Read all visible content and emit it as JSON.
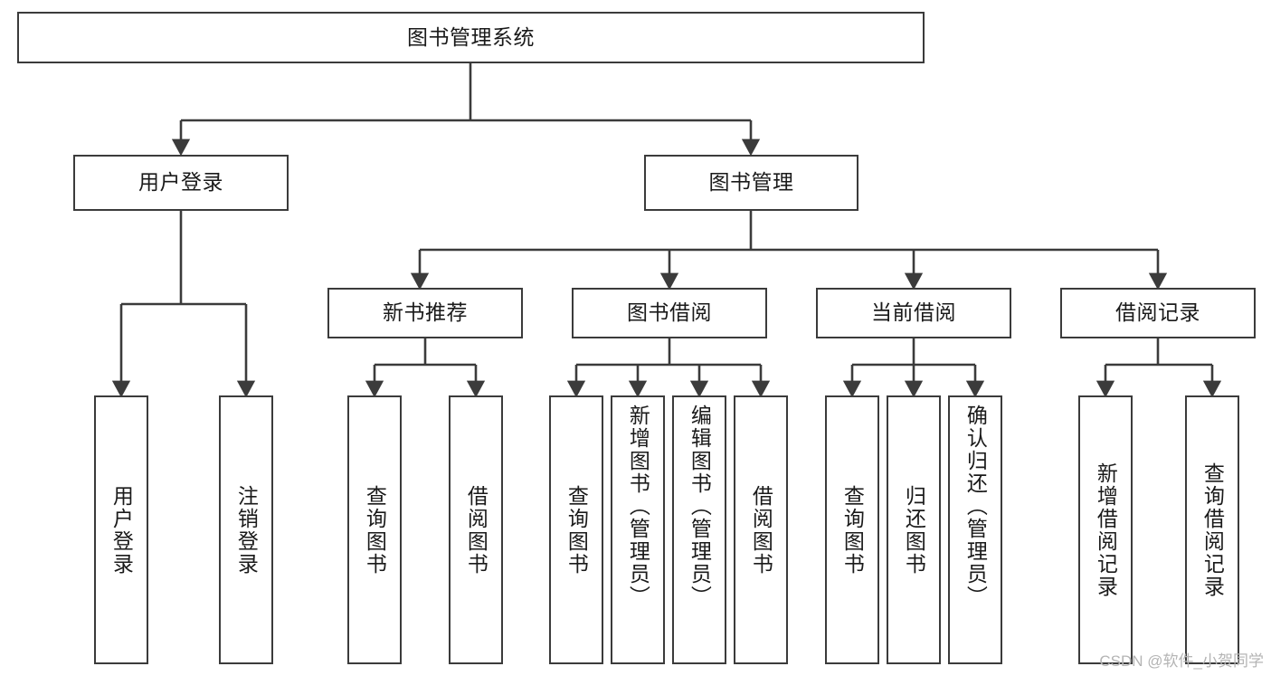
{
  "diagram": {
    "type": "tree-hierarchy",
    "title_node": {
      "id": "root",
      "label": "图书管理系统"
    },
    "level2": [
      {
        "id": "login",
        "label": "用户登录"
      },
      {
        "id": "bookmgmt",
        "label": "图书管理"
      }
    ],
    "level3": [
      {
        "id": "newbook",
        "label": "新书推荐",
        "parent": "bookmgmt"
      },
      {
        "id": "borrow",
        "label": "图书借阅",
        "parent": "bookmgmt"
      },
      {
        "id": "current",
        "label": "当前借阅",
        "parent": "bookmgmt"
      },
      {
        "id": "record",
        "label": "借阅记录",
        "parent": "bookmgmt"
      }
    ],
    "leaves": {
      "login": [
        {
          "id": "leaf-user-login",
          "label": "用户登录"
        },
        {
          "id": "leaf-user-logout",
          "label": "注销登录"
        }
      ],
      "newbook": [
        {
          "id": "leaf-query-book-1",
          "label": "查询图书"
        },
        {
          "id": "leaf-borrow-book-1",
          "label": "借阅图书"
        }
      ],
      "borrow": [
        {
          "id": "leaf-query-book-2",
          "label": "查询图书"
        },
        {
          "id": "leaf-add-book",
          "label": "新增图书（管理员）"
        },
        {
          "id": "leaf-edit-book",
          "label": "编辑图书（管理员）"
        },
        {
          "id": "leaf-borrow-book-2",
          "label": "借阅图书"
        }
      ],
      "current": [
        {
          "id": "leaf-query-book-3",
          "label": "查询图书"
        },
        {
          "id": "leaf-return-book",
          "label": "归还图书"
        },
        {
          "id": "leaf-confirm-return",
          "label": "确认归还（管理员）"
        }
      ],
      "record": [
        {
          "id": "leaf-add-record",
          "label": "新增借阅记录"
        },
        {
          "id": "leaf-query-record",
          "label": "查询借阅记录"
        }
      ]
    }
  },
  "watermark": {
    "text": "CSDN @软件_小贺同学"
  },
  "colors": {
    "stroke": "#3b3b3b",
    "text": "#1a1a1a",
    "background": "#ffffff",
    "watermark": "#b4b4b4"
  }
}
